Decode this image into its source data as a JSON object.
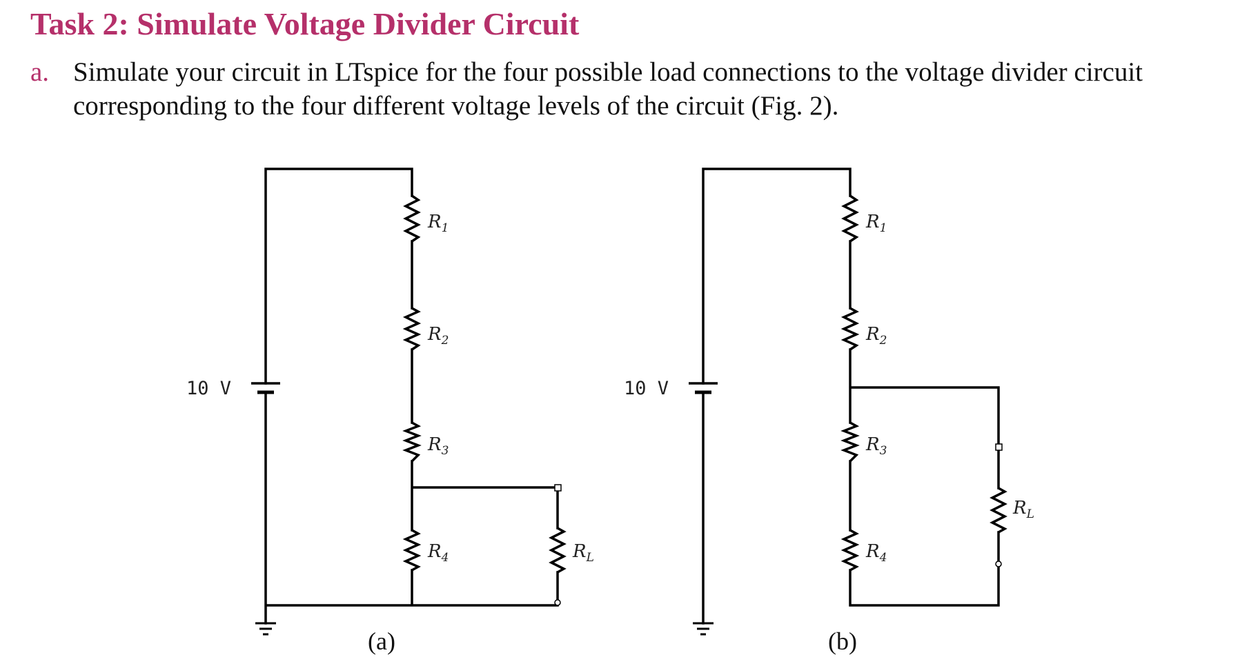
{
  "title": "Task 2: Simulate Voltage Divider Circuit",
  "item": {
    "marker": "a.",
    "line1": "Simulate your circuit in LTspice for the four possible load connections to the voltage divider circuit",
    "line2": "corresponding to the four different voltage levels of the circuit (Fig. 2)."
  },
  "figure": {
    "circuits": [
      {
        "source_label": "10 V",
        "resistors": [
          {
            "main": "R",
            "sub": "1"
          },
          {
            "main": "R",
            "sub": "2"
          },
          {
            "main": "R",
            "sub": "3"
          },
          {
            "main": "R",
            "sub": "4"
          }
        ],
        "load": {
          "main": "R",
          "sub": "L"
        },
        "load_connected_across": "R4",
        "caption": "(a)"
      },
      {
        "source_label": "10 V",
        "resistors": [
          {
            "main": "R",
            "sub": "1"
          },
          {
            "main": "R",
            "sub": "2"
          },
          {
            "main": "R",
            "sub": "3"
          },
          {
            "main": "R",
            "sub": "4"
          }
        ],
        "load": {
          "main": "R",
          "sub": "L"
        },
        "load_connected_across": "R3 + R4",
        "caption": "(b)"
      }
    ]
  }
}
